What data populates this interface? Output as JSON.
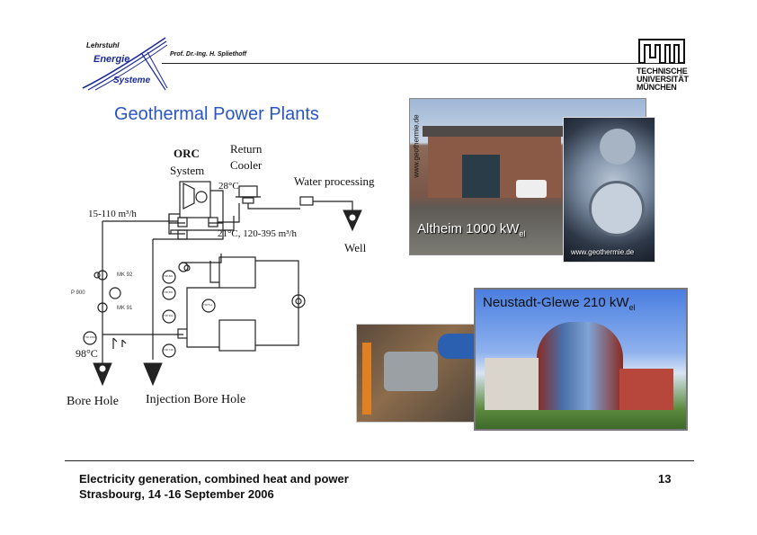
{
  "header": {
    "chair_logo": {
      "line1": "Lehrstuhl",
      "line2": "Energie",
      "line3": "Systeme"
    },
    "professor": "Prof. Dr.-Ing. H. Spliethoff",
    "tum_logo": {
      "line1": "TECHNISCHE",
      "line2": "UNIVERSITÄT",
      "line3": "MÜNCHEN"
    }
  },
  "slide": {
    "title": "Geothermal Power Plants"
  },
  "diagram": {
    "orc": "ORC",
    "system": "System",
    "return": "Return",
    "cooler": "Cooler",
    "temp_28": "28°C",
    "water_processing": "Water processing",
    "flow_15_110": "15-110 m³/h",
    "temp_21": "21°C, 120-395 m³/h",
    "well": "Well",
    "temp_98": "98°C",
    "bore_hole": "Bore Hole",
    "injection_bore_hole": "Injection Bore Hole",
    "mk92": "MK 92",
    "mk91": "MK 91",
    "p900": "P 900",
    "ti_labels": [
      "TIR 801",
      "TIR 851",
      "TIR 902",
      "TIR 748",
      "TIR 2551",
      "TIR 5xx"
    ]
  },
  "photos": {
    "altheim": {
      "watermark": "www.geothermie.de",
      "caption": "Altheim 1000 kW",
      "subscript": "el",
      "credit": "www.geothermie.de"
    },
    "neustadt": {
      "caption": "Neustadt-Glewe 210 kW",
      "subscript": "el"
    }
  },
  "footer": {
    "line1": "Electricity generation, combined heat and power",
    "line2": "Strasbourg, 14 -16 September 2006",
    "page": "13"
  },
  "colors": {
    "title": "#2a55c4",
    "logo": "#1a2a9a"
  }
}
